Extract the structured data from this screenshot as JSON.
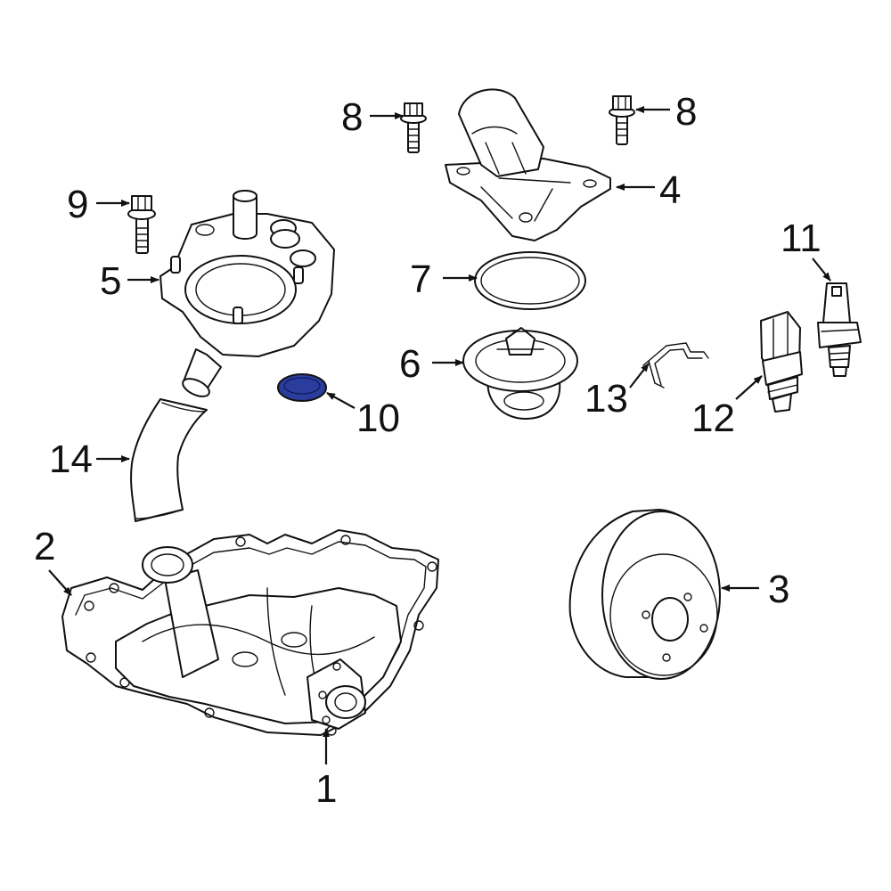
{
  "diagram": {
    "highlight_color": "#2a3d9c",
    "callouts": [
      {
        "id": "1",
        "label": "1",
        "part": "water-pump"
      },
      {
        "id": "2",
        "label": "2",
        "part": "pump-gasket"
      },
      {
        "id": "3",
        "label": "3",
        "part": "pulley"
      },
      {
        "id": "4",
        "label": "4",
        "part": "thermostat-outlet-housing"
      },
      {
        "id": "5",
        "label": "5",
        "part": "thermostat-housing"
      },
      {
        "id": "6",
        "label": "6",
        "part": "thermostat"
      },
      {
        "id": "7",
        "label": "7",
        "part": "o-ring-seal"
      },
      {
        "id": "8a",
        "label": "8",
        "part": "bolt"
      },
      {
        "id": "8b",
        "label": "8",
        "part": "bolt"
      },
      {
        "id": "9",
        "label": "9",
        "part": "bolt"
      },
      {
        "id": "10",
        "label": "10",
        "part": "seal-highlighted"
      },
      {
        "id": "11",
        "label": "11",
        "part": "temperature-sensor"
      },
      {
        "id": "12",
        "label": "12",
        "part": "temperature-sensor"
      },
      {
        "id": "13",
        "label": "13",
        "part": "retaining-clip"
      },
      {
        "id": "14",
        "label": "14",
        "part": "coolant-hose"
      }
    ]
  }
}
